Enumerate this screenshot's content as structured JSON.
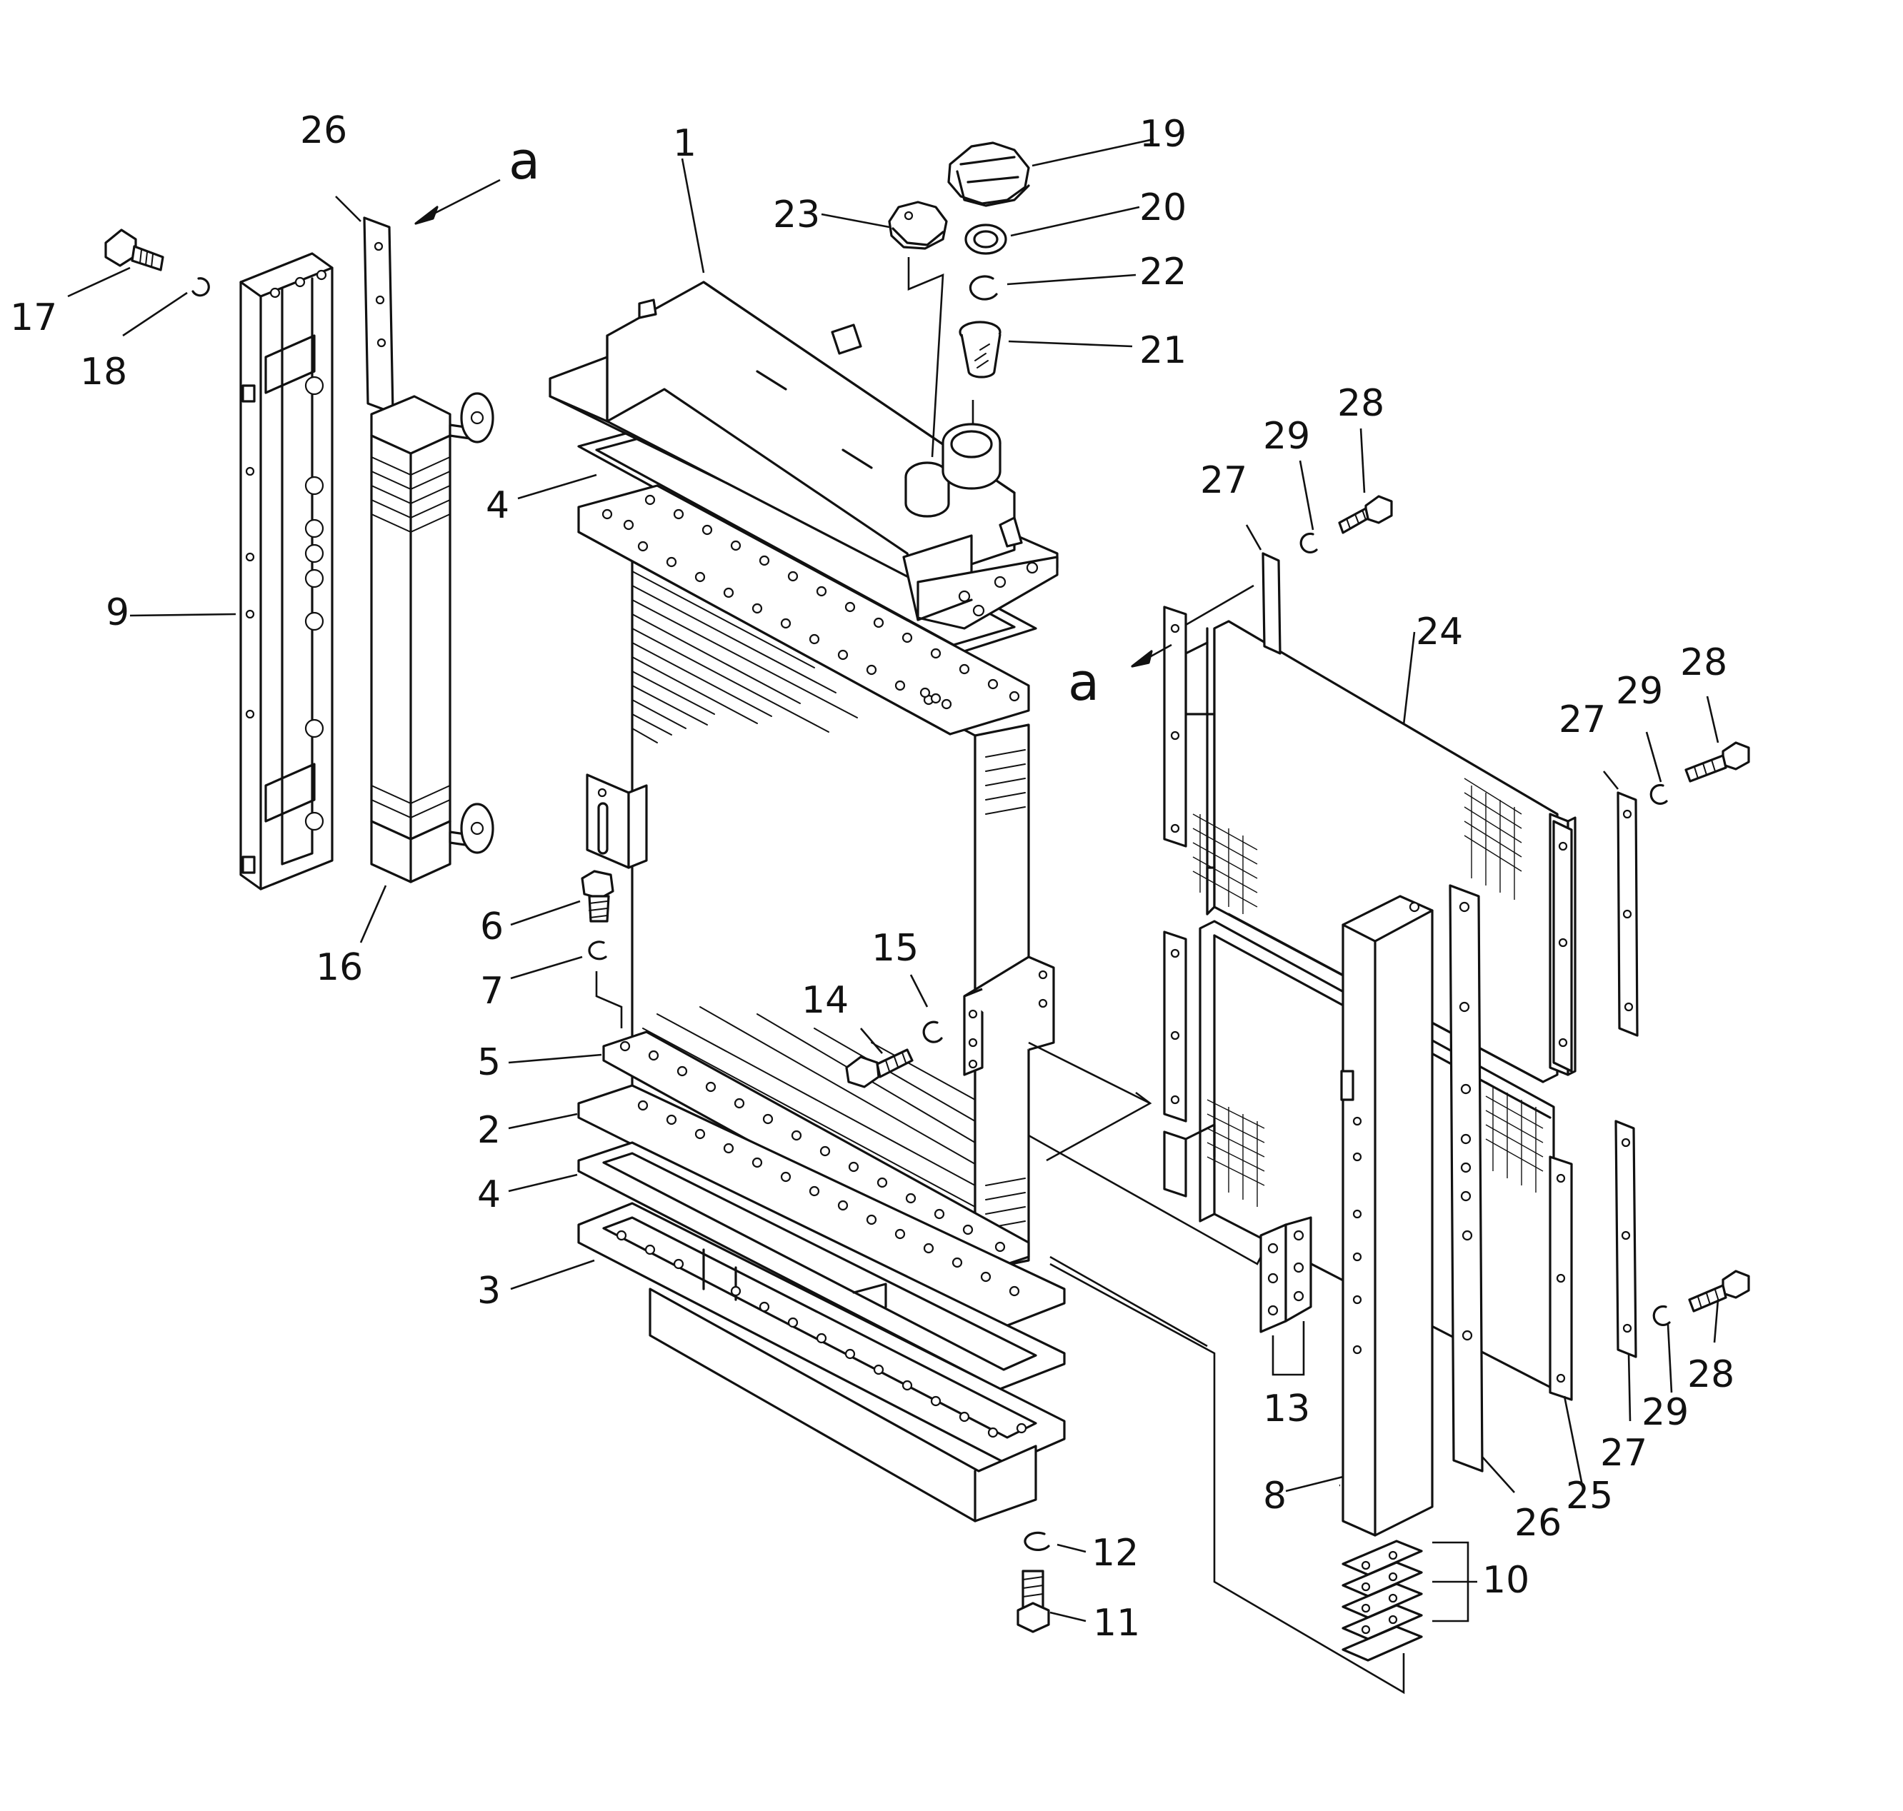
{
  "labels": {
    "l1": "1",
    "l2": "2",
    "l3": "3",
    "l4a": "4",
    "l4b": "4",
    "l5": "5",
    "l6": "6",
    "l7": "7",
    "l8": "8",
    "l9": "9",
    "l10": "10",
    "l11": "11",
    "l12": "12",
    "l13": "13",
    "l14": "14",
    "l15": "15",
    "l16": "16",
    "l17": "17",
    "l18": "18",
    "l19": "19",
    "l20": "20",
    "l21": "21",
    "l22": "22",
    "l23": "23",
    "l24": "24",
    "l25": "25",
    "l26a": "26",
    "l26b": "26",
    "l27a": "27",
    "l27b": "27",
    "l27c": "27",
    "l28a": "28",
    "l28b": "28",
    "l28c": "28",
    "l29a": "29",
    "l29b": "29",
    "l29c": "29",
    "view_a1": "a",
    "view_a2": "a"
  },
  "colors": {
    "ink": "#111111",
    "paper": "#ffffff"
  }
}
